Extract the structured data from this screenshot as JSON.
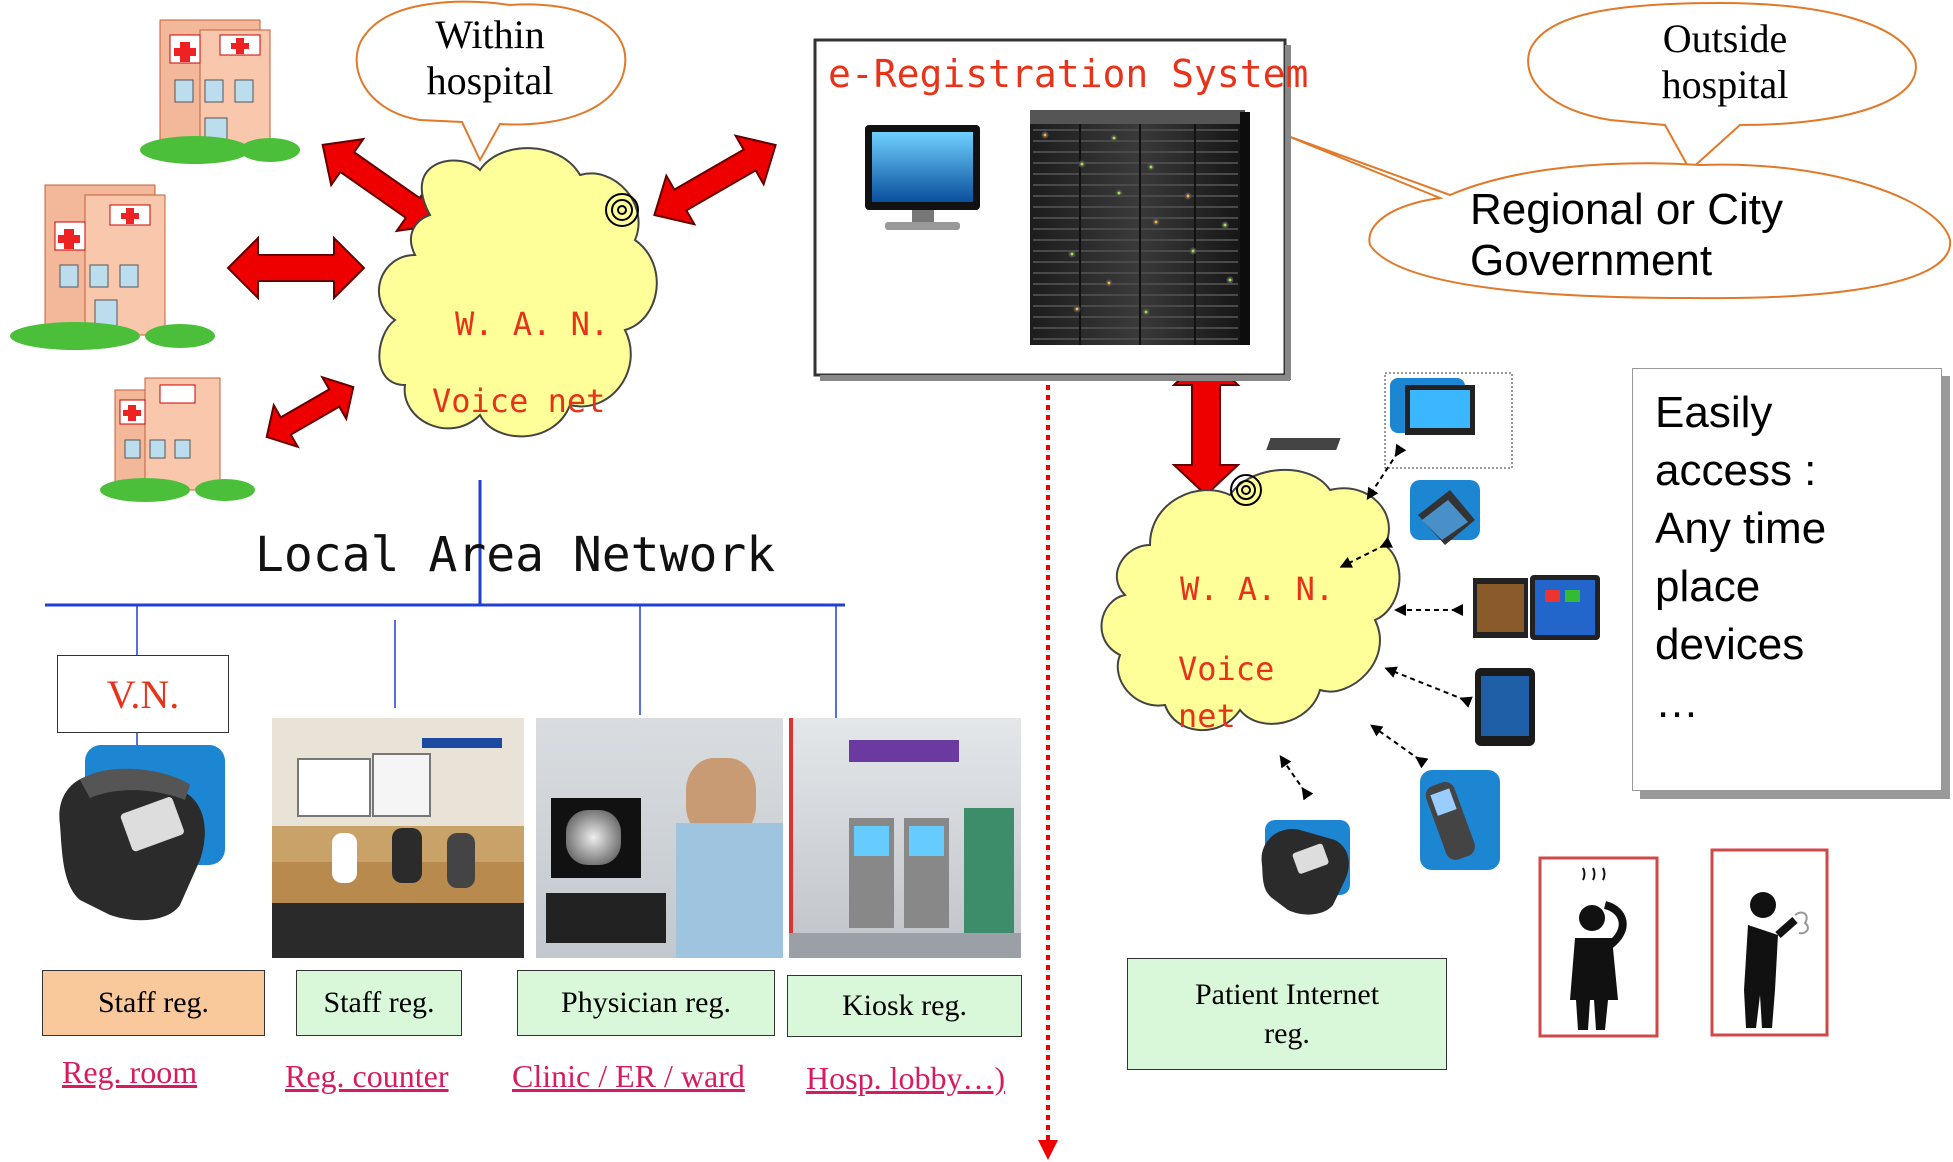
{
  "callouts": {
    "within": "Within\nhospital",
    "outside": "Outside\nhospital",
    "government": "Regional or City\nGovernment"
  },
  "system_title": "e-Registration System",
  "wan_left": {
    "line1": "W. A. N.",
    "line2": "Voice net"
  },
  "wan_right": {
    "line1": "W. A. N.",
    "line2": "Voice",
    "line3": "net"
  },
  "lan_label": "Local Area Network",
  "vn_label": "V.N.",
  "access_box": "Easily\naccess :\nAny time\nplace\ndevices\n…",
  "reg_boxes": [
    "Staff  reg.",
    "Staff  reg.",
    "Physician reg.",
    "Kiosk reg.",
    "Patient Internet\nreg."
  ],
  "locations": [
    "Reg. room",
    "Reg. counter",
    "Clinic / ER / ward",
    "Hosp. lobby…)"
  ],
  "colors": {
    "arrow_red": "#ee0000",
    "cloud_yellow": "#ffff99",
    "callout_border": "#e07a2a",
    "lan_blue": "#1f3fd6",
    "system_red": "#e8331b"
  }
}
